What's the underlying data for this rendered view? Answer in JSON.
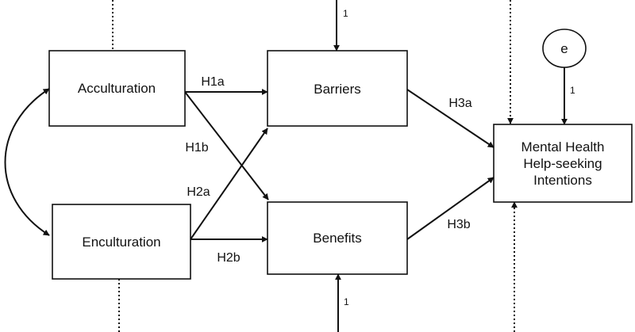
{
  "nodes": {
    "acculturation": "Acculturation",
    "enculturation": "Enculturation",
    "barriers": "Barriers",
    "benefits": "Benefits",
    "outcome_line1": "Mental Health",
    "outcome_line2": "Help-seeking",
    "outcome_line3": "Intentions",
    "error": "e"
  },
  "paths": {
    "h1a": "H1a",
    "h1b": "H1b",
    "h2a": "H2a",
    "h2b": "H2b",
    "h3a": "H3a",
    "h3b": "H3b"
  },
  "loadings": {
    "barriers_in": "1",
    "benefits_in": "1",
    "error_in": "1"
  }
}
